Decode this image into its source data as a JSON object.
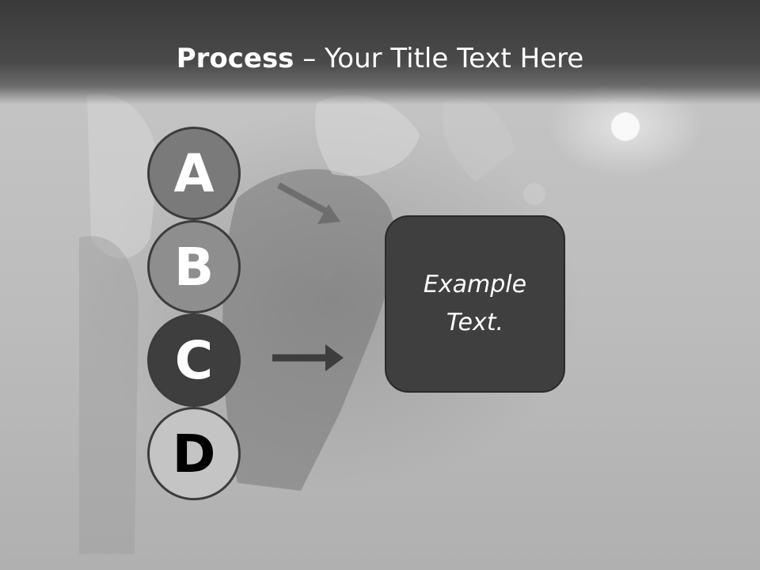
{
  "title": {
    "bold_part": "Process",
    "rest": " – Your Title Text Here"
  },
  "steps": [
    {
      "letter": "A"
    },
    {
      "letter": "B"
    },
    {
      "letter": "C"
    },
    {
      "letter": "D"
    }
  ],
  "result_box": {
    "text": "Example Text."
  },
  "colors": {
    "header": "#3a3a3a",
    "circle_a": "#7a7a7a",
    "circle_b": "#8e8e8e",
    "circle_c": "#3e3e3e",
    "circle_d": "#c4c4c4",
    "box": "#3f3f3f"
  }
}
